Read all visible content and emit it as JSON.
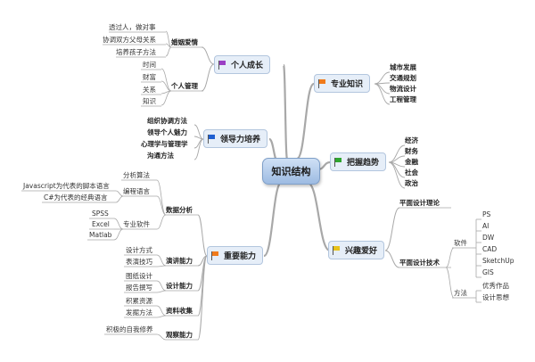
{
  "center": "知识结构",
  "colors": {
    "line": "#a8a8a8",
    "flag_purple": "#9b3fc4",
    "flag_blue": "#1f5fd1",
    "flag_orange": "#f07a1a",
    "flag_green": "#2fa52f",
    "flag_yellow": "#e8c21a"
  },
  "personal_growth": {
    "title": "个人成长",
    "marriage": {
      "label": "婚姻爱情",
      "items": [
        "透过人，做对事",
        "协调双方父母关系",
        "培养孩子方法"
      ]
    },
    "management": {
      "label": "个人管理",
      "items": [
        "时间",
        "财富",
        "关系",
        "知识"
      ]
    }
  },
  "leadership": {
    "title": "领导力培养",
    "items": [
      "组织协调方法",
      "领导个人魅力",
      "心理学与管理学",
      "沟通方法"
    ]
  },
  "key_skills": {
    "title": "重要能力",
    "data_analysis": {
      "label": "数据分析",
      "methods": "分析算法",
      "programming": {
        "label": "编程语言",
        "items": [
          "Javascript为代表的脚本语言",
          "C#为代表的经典语言"
        ]
      },
      "software": {
        "label": "专业软件",
        "items": [
          "SPSS",
          "Excel",
          "Matlab"
        ]
      }
    },
    "training": {
      "label": "演讲能力",
      "items": [
        "设计方式",
        "表演技巧"
      ]
    },
    "design": {
      "label": "设计能力",
      "items": [
        "图纸设计",
        "报告撰写"
      ]
    },
    "collection": {
      "label": "资料收集",
      "items": [
        "积累资源",
        "发掘方法"
      ]
    },
    "observation": {
      "label": "观察能力",
      "items": [
        "积极的自我修养"
      ]
    }
  },
  "expertise": {
    "title": "专业知识",
    "items": [
      "城市发展",
      "交通规划",
      "物流设计",
      "工程管理"
    ]
  },
  "trends": {
    "title": "把握趋势",
    "items": [
      "经济",
      "财务",
      "金融",
      "社会",
      "政治"
    ]
  },
  "interests": {
    "title": "兴趣爱好",
    "theory": "平面设计理论",
    "tech": {
      "label": "平面设计技术",
      "software": {
        "label": "软件",
        "items": [
          "PS",
          "AI",
          "DW",
          "CAD",
          "SketchUp",
          "GIS"
        ]
      },
      "method": {
        "label": "方法",
        "items": [
          "优秀作品",
          "设计思想"
        ]
      }
    }
  }
}
